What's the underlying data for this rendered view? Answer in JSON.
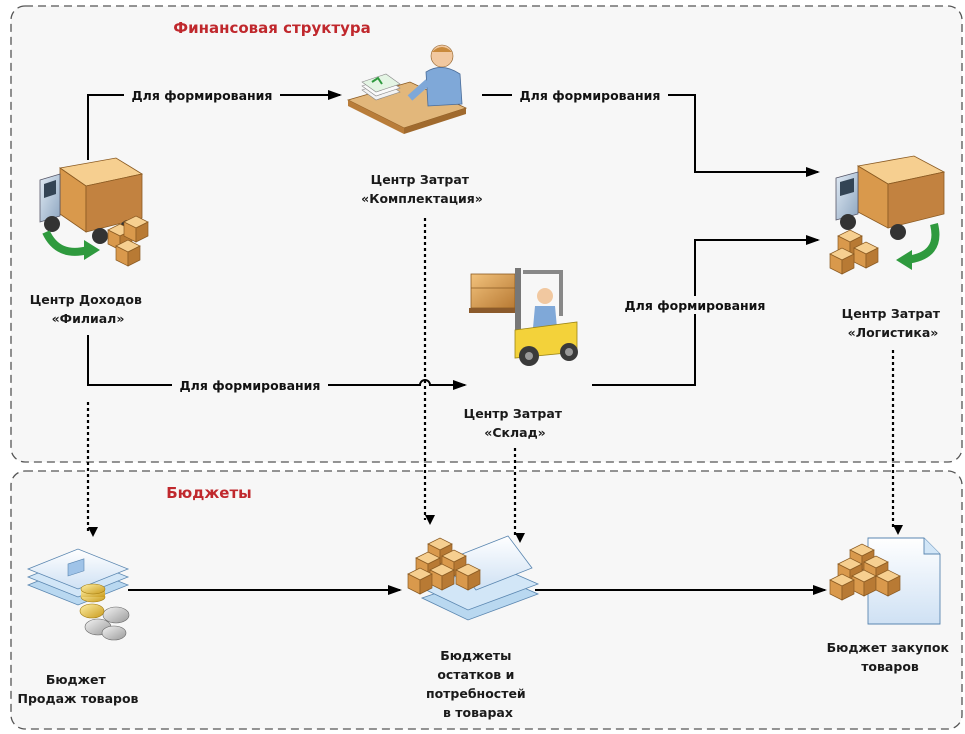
{
  "sections": {
    "finance_title": "Финансовая структура",
    "budgets_title": "Бюджеты"
  },
  "edge_label": "Для формирования",
  "nodes": {
    "branch": {
      "line1": "Центр Доходов",
      "line2": "«Филиал»"
    },
    "picking": {
      "line1": "Центр Затрат",
      "line2": "«Комплектация»"
    },
    "warehouse": {
      "line1": "Центр Затрат",
      "line2": "«Склад»"
    },
    "logistics": {
      "line1": "Центр Затрат",
      "line2": "«Логистика»"
    }
  },
  "budgets": {
    "sales": {
      "line1": "Бюджет",
      "line2": "Продаж товаров"
    },
    "stock": {
      "line1": "Бюджеты",
      "line2": "остатков и",
      "line3": "потребностей",
      "line4": "в товарах"
    },
    "purchase": {
      "line1": "Бюджет закупок",
      "line2": "товаров"
    }
  },
  "colors": {
    "section_title": "#c0282d",
    "dashed_border": "#555555",
    "box": "#d8a15a",
    "truck_body": "#aabfd6",
    "green_arrow": "#2f9a3e"
  }
}
